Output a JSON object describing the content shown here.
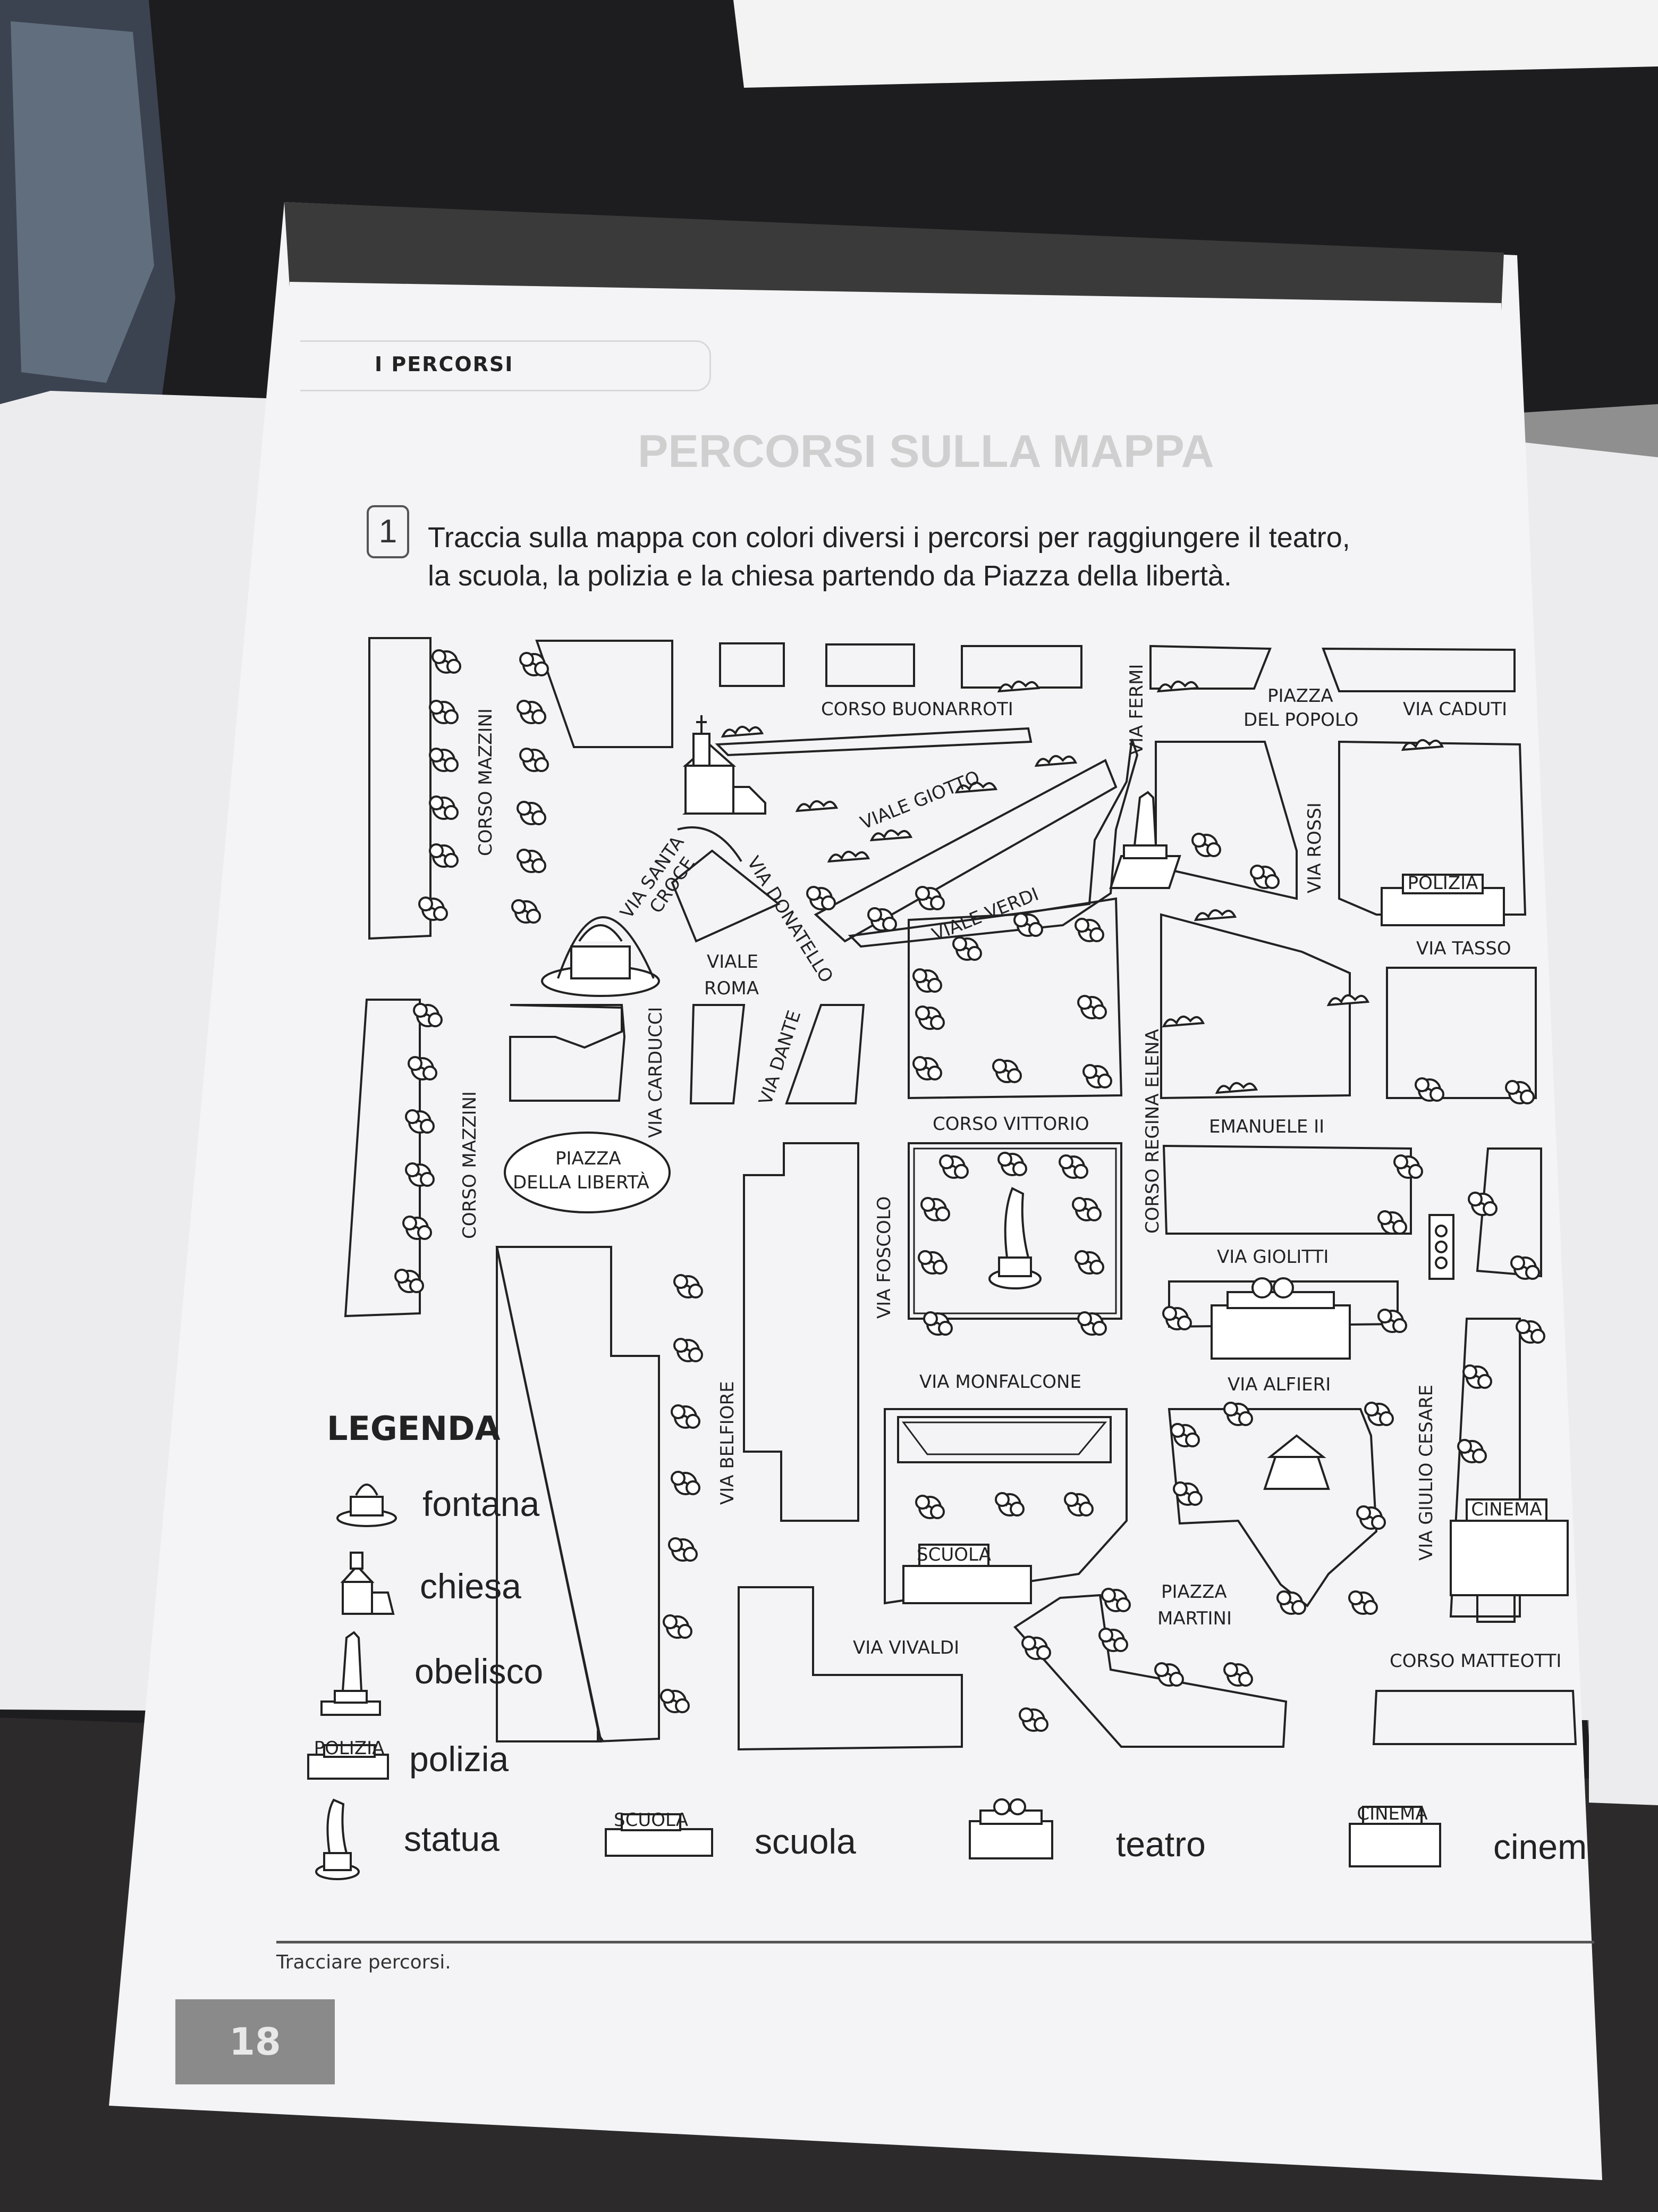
{
  "header": {
    "section": "I PERCORSI"
  },
  "title": "PERCORSI SULLA MAPPA",
  "exercise": {
    "number": "1",
    "line1": "Traccia sulla mappa con colori diversi i percorsi per raggiungere il teatro,",
    "line2": "la scuola, la polizia e la chiesa partendo da Piazza della libertà."
  },
  "map": {
    "corso_buonarroti": "CORSO BUONARROTI",
    "via_fermi": "VIA FERMI",
    "piazza_popolo_1": "PIAZZA",
    "piazza_popolo_2": "DEL POPOLO",
    "via_caduti": "VIA CADUTI",
    "corso_mazzini_top": "CORSO MAZZINI",
    "viale_giotto": "VIALE GIOTTO",
    "via_santa_1": "VIA SANTA",
    "via_santa_2": "CROCE",
    "via_donatello": "VIA DONATELLO",
    "viale_verdi": "VIALE VERDI",
    "via_rossi": "VIA ROSSI",
    "polizia_sign": "POLIZIA",
    "via_tasso": "VIA TASSO",
    "viale_roma_1": "VIALE",
    "viale_roma_2": "ROMA",
    "via_carducci": "VIA CARDUCCI",
    "via_dante": "VIA DANTE",
    "corso_mazzini_bottom": "CORSO MAZZINI",
    "piazza_liberta_1": "PIAZZA",
    "piazza_liberta_2": "DELLA LIBERTÀ",
    "corso_vittorio": "CORSO VITTORIO",
    "emanuele": "EMANUELE II",
    "corso_regina": "CORSO REGINA ELENA",
    "via_foscolo": "VIA FOSCOLO",
    "via_giolitti": "VIA GIOLITTI",
    "via_monfalcone": "VIA MONFALCONE",
    "via_alfieri": "VIA ALFIERI",
    "via_belfiore": "VIA BELFIORE",
    "via_giulio_cesare": "VIA GIULIO CESARE",
    "cinema_sign": "CINEMA",
    "scuola_sign": "SCUOLA",
    "piazza_martini_1": "PIAZZA",
    "piazza_martini_2": "MARTINI",
    "via_vivaldi": "VIA VIVALDI",
    "corso_matteotti": "CORSO MATTEOTTI"
  },
  "legend": {
    "title": "LEGENDA",
    "fontana": "fontana",
    "chiesa": "chiesa",
    "obelisco": "obelisco",
    "polizia": "polizia",
    "statua": "statua",
    "scuola": "scuola",
    "teatro": "teatro",
    "cinema": "cinem",
    "icon_polizia": "POLIZIA",
    "icon_scuola": "SCUOLA",
    "icon_cinema": "CINEMA"
  },
  "footer": {
    "note": "Tracciare percorsi.",
    "page": "18"
  },
  "colors": {
    "paper": "#f4f4f6",
    "ink": "#222222",
    "title_grey": "#cfcfcf",
    "header_bar": "#3a3a3a"
  },
  "icons": [
    "fountain-icon",
    "church-icon",
    "obelisk-icon",
    "police-icon",
    "statue-icon",
    "school-icon",
    "theater-icon",
    "cinema-icon",
    "tree-icon",
    "traffic-light-icon"
  ]
}
